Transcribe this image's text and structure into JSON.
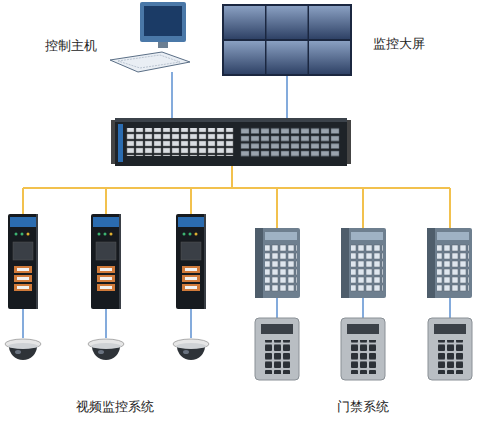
{
  "diagram": {
    "nodes": [
      {
        "text": [
          "控制主机"
        ]
      },
      {
        "text": [
          "监控大屏"
        ]
      }
    ],
    "labels": [
      "视频监控系统",
      "门禁系统"
    ]
  }
}
